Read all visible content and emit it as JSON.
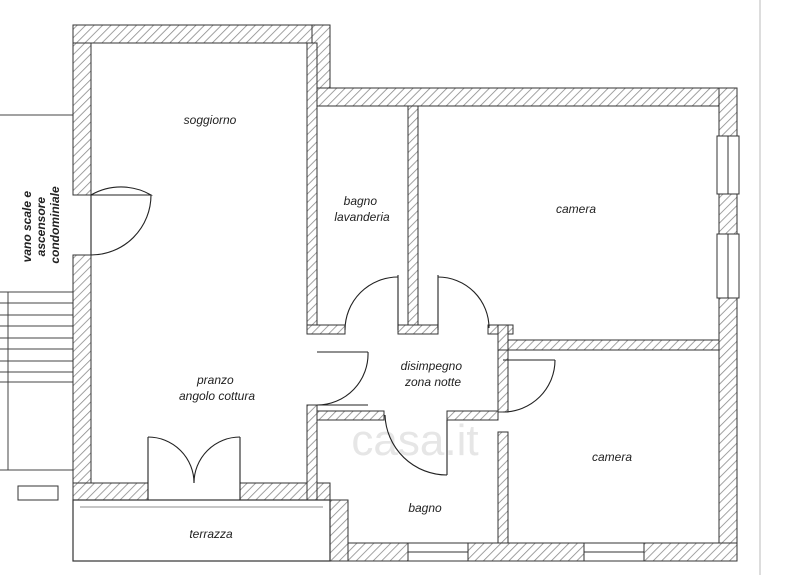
{
  "plan": {
    "rooms": {
      "soggiorno": "soggiorno",
      "bagno_lavanderia": [
        "bagno",
        "lavanderia"
      ],
      "camera_top": "camera",
      "vano_scale": [
        "vano scale e",
        "ascensore",
        "condominiale"
      ],
      "disimpegno": [
        "disimpegno",
        "zona notte"
      ],
      "pranzo": [
        "pranzo",
        "angolo cottura"
      ],
      "camera_bottom": "camera",
      "bagno": "bagno",
      "terrazza": "terrazza"
    },
    "watermark": "casa.it"
  },
  "colors": {
    "wall_stroke": "#333333",
    "hatch": "#8a8a8a",
    "watermark": "#e6e6e6"
  }
}
